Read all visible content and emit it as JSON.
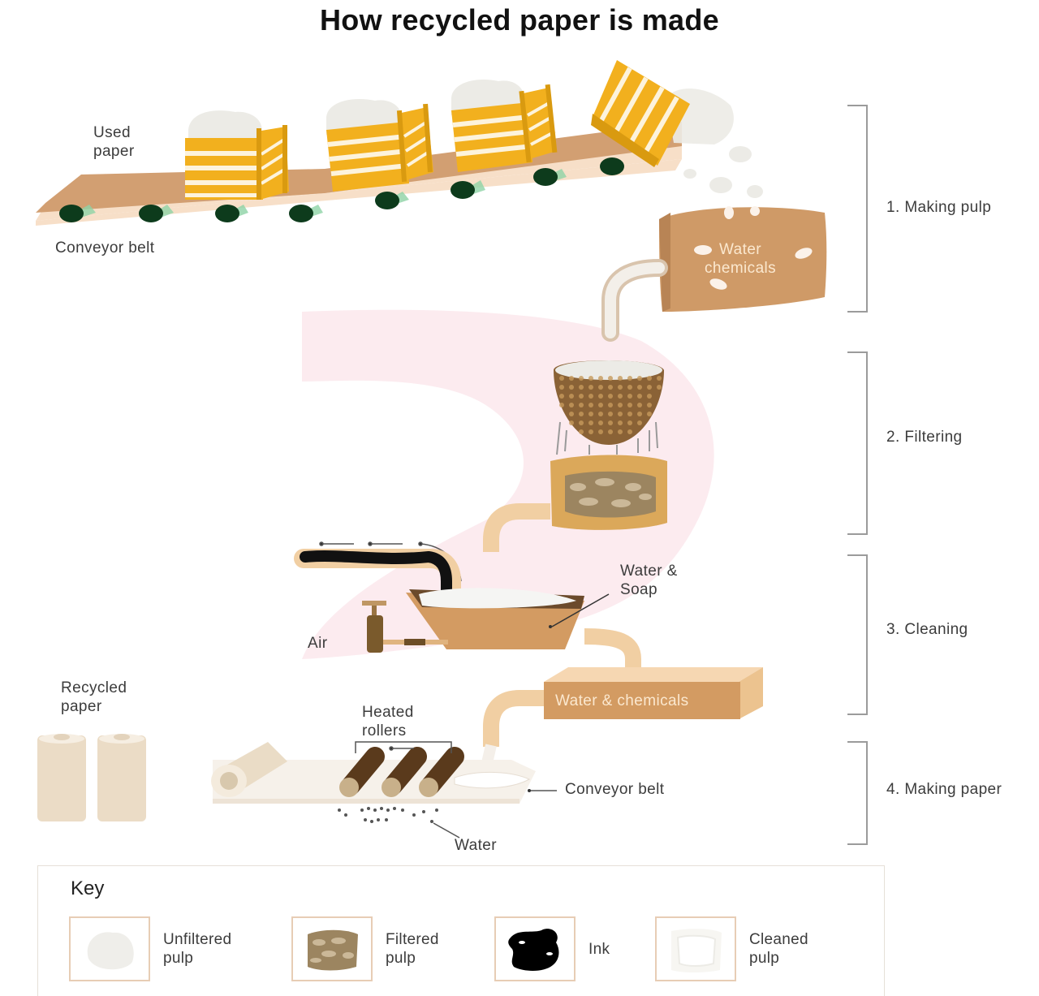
{
  "title": "How recycled paper is made",
  "labels": {
    "used_paper": "Used\npaper",
    "conveyor_belt_top": "Conveyor belt",
    "water_chemicals_tank": "Water\nchemicals",
    "water_soap": "Water &\nSoap",
    "air": "Air",
    "water_chemicals_box": "Water & chemicals",
    "recycled_paper": "Recycled\npaper",
    "heated_rollers": "Heated\nrollers",
    "conveyor_belt_bottom": "Conveyor belt",
    "water": "Water"
  },
  "stages": [
    {
      "label": "1. Making pulp"
    },
    {
      "label": "2. Filtering"
    },
    {
      "label": "3. Cleaning"
    },
    {
      "label": "4. Making paper"
    }
  ],
  "key": {
    "title": "Key",
    "items": [
      {
        "label": "Unfiltered\npulp",
        "icon": "unfiltered-pulp-swatch"
      },
      {
        "label": "Filtered\npulp",
        "icon": "filtered-pulp-swatch"
      },
      {
        "label": "Ink",
        "icon": "ink-swatch"
      },
      {
        "label": "Cleaned\npulp",
        "icon": "cleaned-pulp-swatch"
      }
    ]
  },
  "colors": {
    "crate_yellow": "#f2b01e",
    "belt_brown": "#d29f72",
    "belt_light": "#f7dfc8",
    "wheel_green": "#0d3b1c",
    "tank_brown": "#cf9a67",
    "pipe_light": "#f1cfa3",
    "roller_dark": "#5a3a1c",
    "pink_bg": "#fbe7ec"
  }
}
